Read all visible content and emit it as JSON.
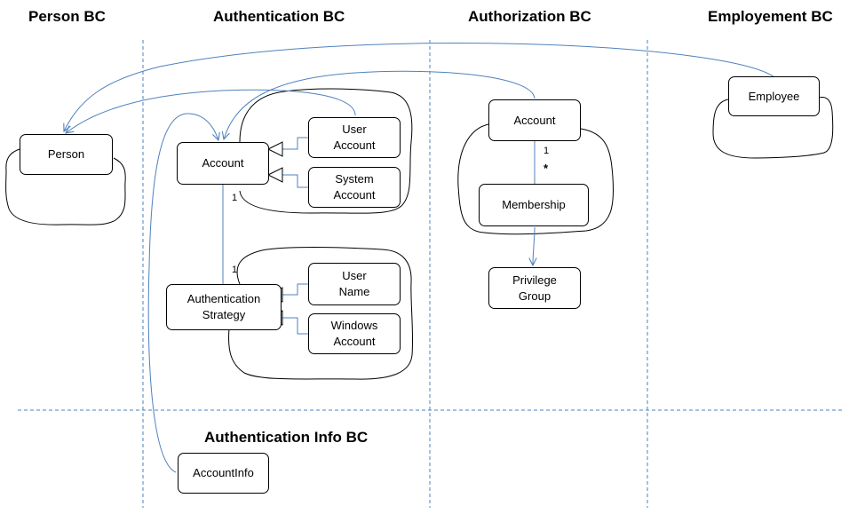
{
  "contexts": {
    "person": "Person BC",
    "authentication": "Authentication BC",
    "authorization": "Authorization BC",
    "employment": "Employement BC",
    "auth_info": "Authentication Info BC"
  },
  "boxes": {
    "person": "Person",
    "authn_account": "Account",
    "user_account": "User\nAccount",
    "system_account": "System\nAccount",
    "auth_strategy": "Authentication\nStrategy",
    "user_name": "User\nName",
    "windows_account": "Windows\nAccount",
    "authz_account": "Account",
    "membership": "Membership",
    "privilege_group": "Privilege\nGroup",
    "employee": "Employee",
    "account_info": "AccountInfo"
  },
  "multiplicities": {
    "account_strategy_top": "1",
    "account_strategy_bottom": "1",
    "account_membership_one": "1",
    "account_membership_many": "*"
  },
  "colors": {
    "separator": "#4f81bd",
    "connector": "#4f81bd",
    "shape_border": "#000000"
  }
}
